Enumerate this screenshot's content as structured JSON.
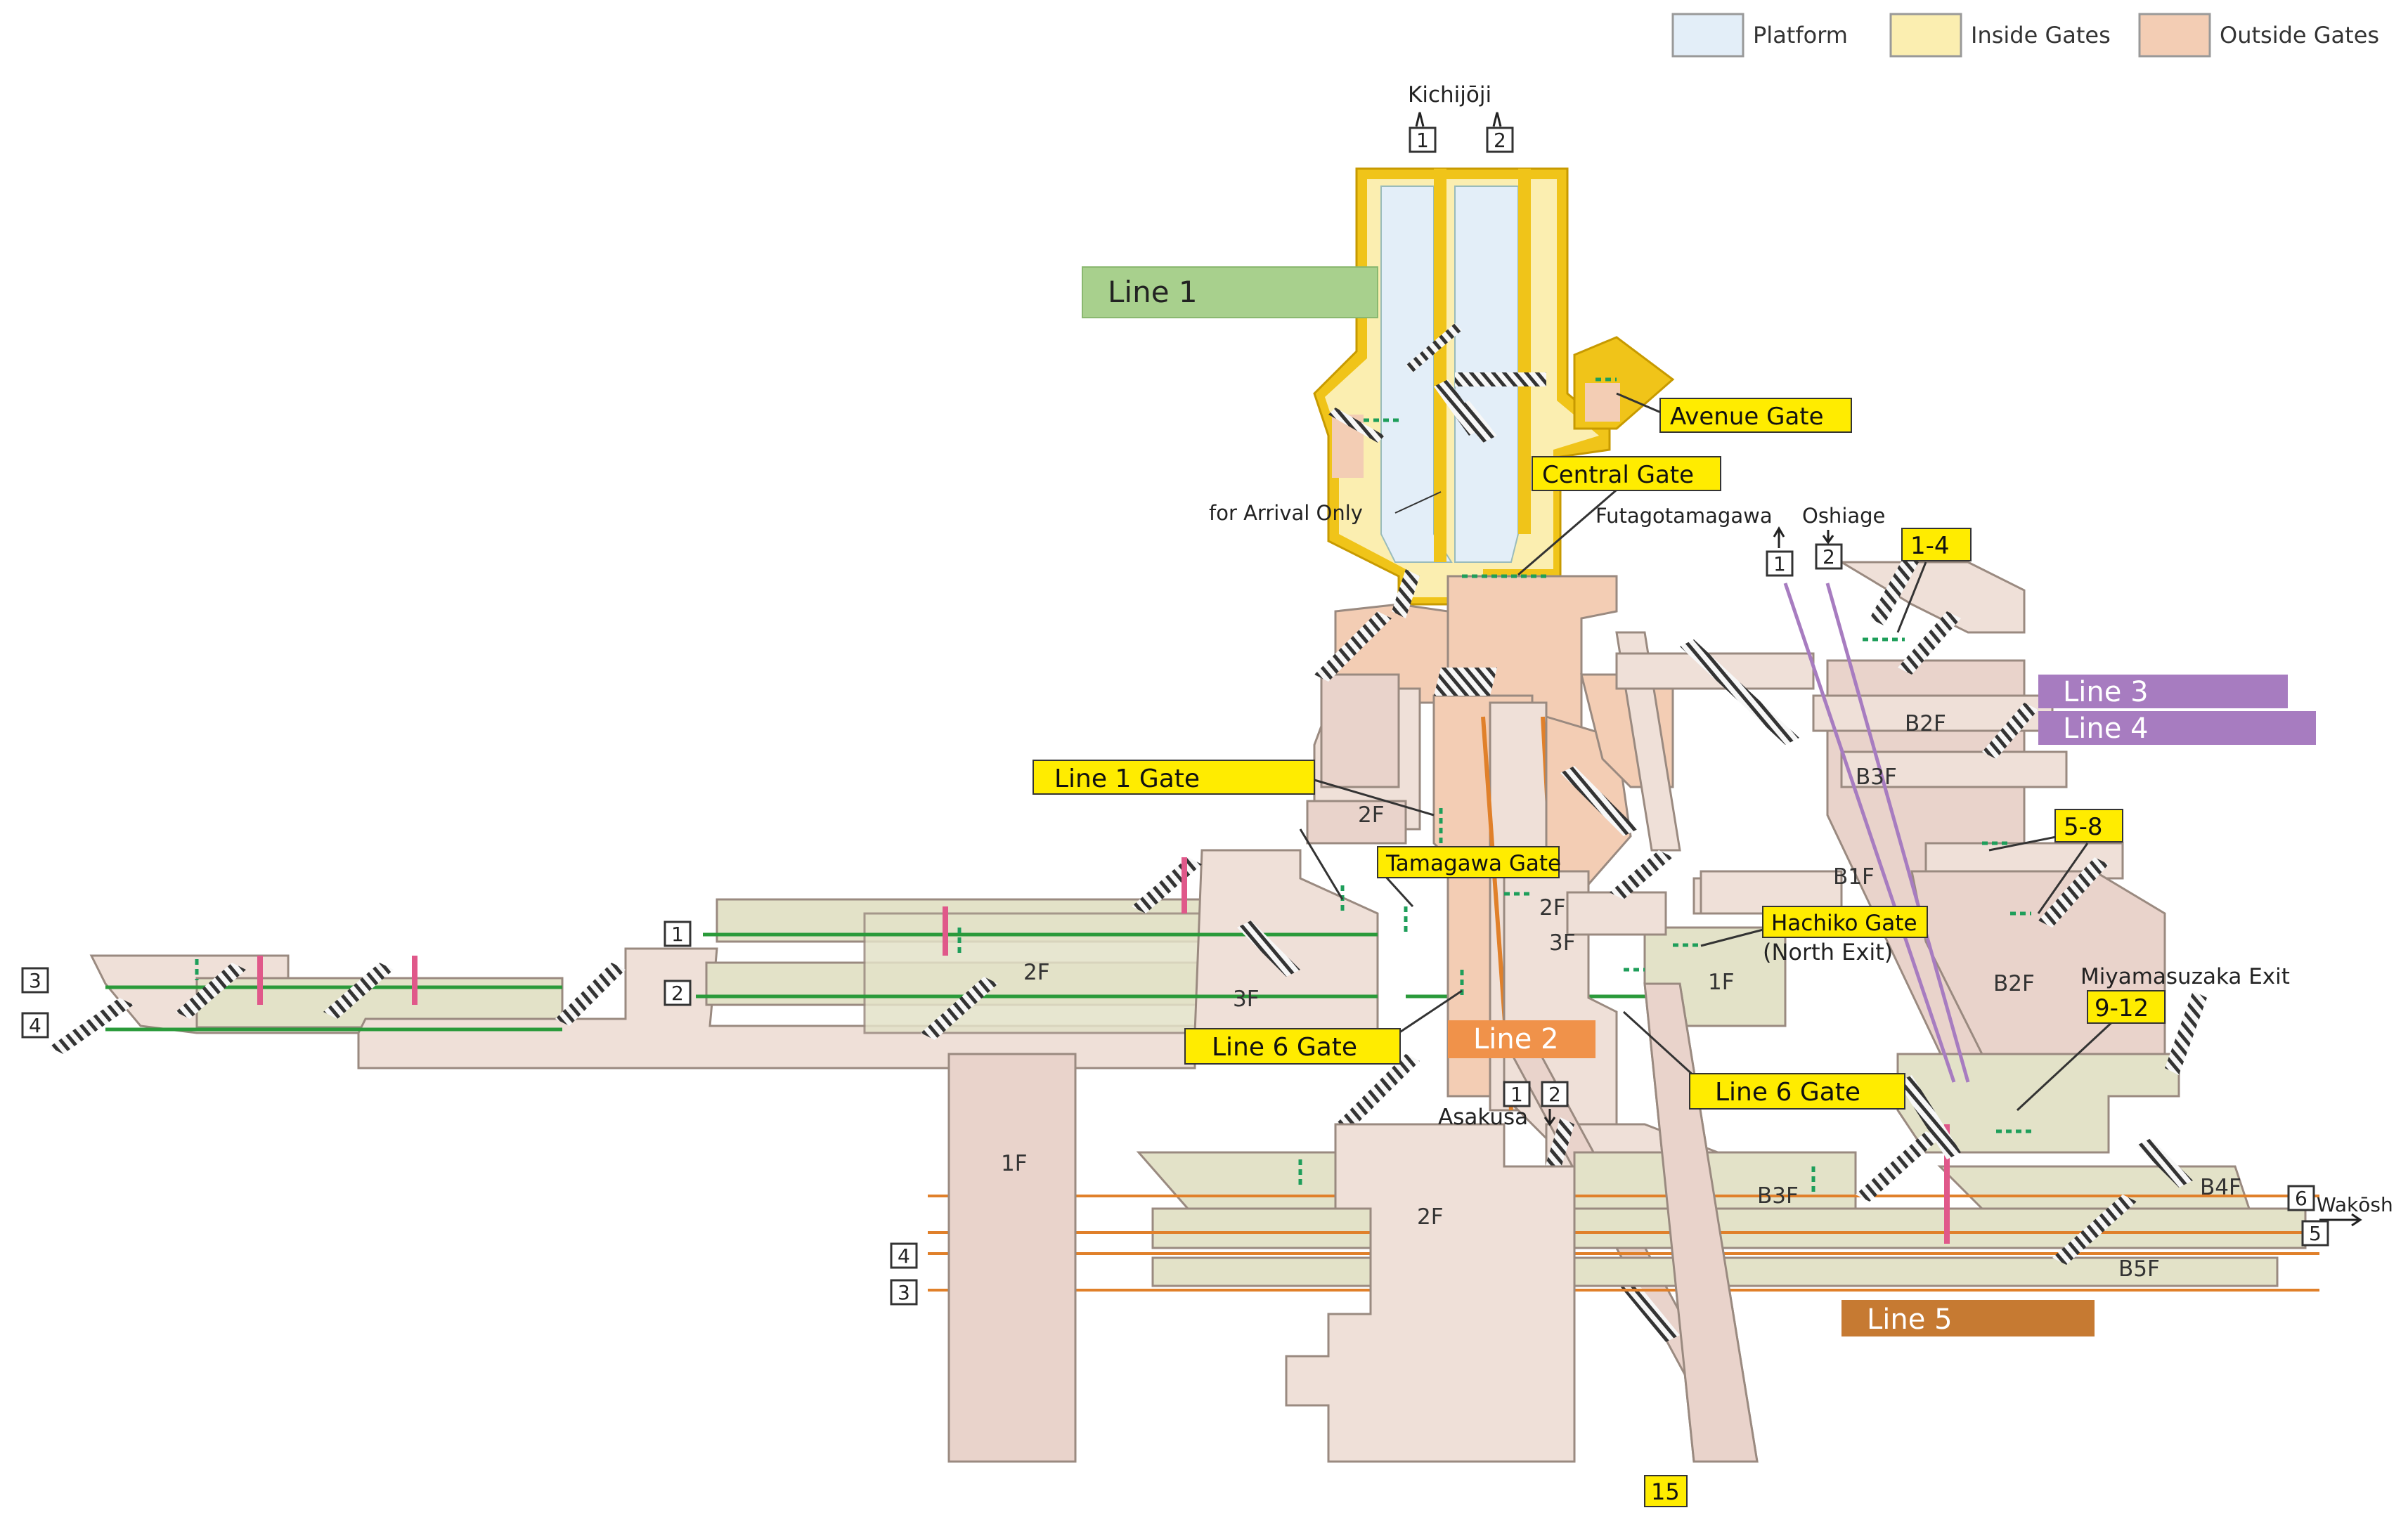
{
  "legend": [
    {
      "label": "Platform",
      "color": "#e3eef8"
    },
    {
      "label": "Inside Gates",
      "color": "#fbeeb0"
    },
    {
      "label": "Outside Gates",
      "color": "#f3cdb4"
    }
  ],
  "colors": {
    "platform": "#e3eef8",
    "inside": "#fbeeb0",
    "outside": "#f3cdb4",
    "concourse": "#efe0d8",
    "concourse_green": "#e3e2c8",
    "gold_border": "#f0c419",
    "gate_label_bg": "#ffec00",
    "gate_tick": "#1e9e5a",
    "line1": "#a8d08d",
    "line2": "#f0924a",
    "line3": "#a77cc0",
    "line4": "#a77cc0",
    "line5": "#c67a32",
    "line6_track": "#2a9a3a",
    "line5_track": "#e0802a",
    "elevator": "#e0588a"
  },
  "lines": [
    {
      "id": "line1",
      "label": "Line 1"
    },
    {
      "id": "line2",
      "label": "Line 2"
    },
    {
      "id": "line3",
      "label": "Line 3"
    },
    {
      "id": "line4",
      "label": "Line 4"
    },
    {
      "id": "line5",
      "label": "Line 5"
    }
  ],
  "gates": [
    {
      "id": "avenue",
      "label": "Avenue Gate"
    },
    {
      "id": "central",
      "label": "Central Gate"
    },
    {
      "id": "line1gate",
      "label": "Line 1 Gate"
    },
    {
      "id": "tamagawa",
      "label": "Tamagawa Gate"
    },
    {
      "id": "hachiko",
      "label": "Hachiko Gate"
    },
    {
      "id": "line6a",
      "label": "Line 6 Gate"
    },
    {
      "id": "line6b",
      "label": "Line 6 Gate"
    }
  ],
  "exits": [
    {
      "id": "e1-4",
      "label": "1-4"
    },
    {
      "id": "e5-8",
      "label": "5-8"
    },
    {
      "id": "e9-12",
      "label": "9-12"
    },
    {
      "id": "e15",
      "label": "15"
    }
  ],
  "labels": {
    "kichijoji": "Kichijōji",
    "arrival_only": "for Arrival Only",
    "futagotamagawa": "Futagotamagawa",
    "oshiage": "Oshiage",
    "north_exit": "(North Exit)",
    "miyamasuzaka": "Miyamasuzaka Exit",
    "asakusa": "Asakusa",
    "wakoshi": "Wakōsh"
  },
  "floors": [
    "2F",
    "3F",
    "2F",
    "3F",
    "2F",
    "1F",
    "1F",
    "2F",
    "B2F",
    "B3F",
    "B1F",
    "B2F",
    "B3F",
    "B4F",
    "B5F"
  ],
  "platforms": [
    "1",
    "2",
    "1",
    "2",
    "3",
    "4",
    "1",
    "2",
    "4",
    "3",
    "1",
    "2",
    "6",
    "5"
  ]
}
